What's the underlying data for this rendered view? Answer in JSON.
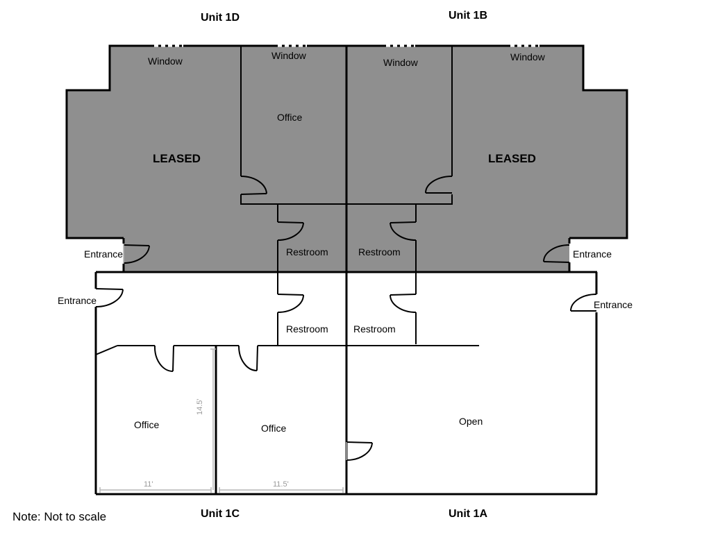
{
  "units": {
    "top_left": "Unit 1D",
    "top_right": "Unit 1B",
    "bottom_left": "Unit 1C",
    "bottom_right": "Unit 1A"
  },
  "status": {
    "unit_1d": "LEASED",
    "unit_1b": "LEASED"
  },
  "rooms": {
    "unit_1d": {
      "window_left": "Window",
      "window_right": "Window",
      "office": "Office",
      "restroom": "Restroom",
      "entrance": "Entrance"
    },
    "unit_1b": {
      "window_left": "Window",
      "window_right": "Window",
      "restroom": "Restroom",
      "entrance": "Entrance"
    },
    "unit_1c": {
      "entrance": "Entrance",
      "restroom": "Restroom",
      "office_left": "Office",
      "office_right": "Office"
    },
    "unit_1a": {
      "restroom": "Restroom",
      "entrance": "Entrance",
      "open": "Open"
    }
  },
  "dimensions": {
    "office_left_width": "11'",
    "office_right_width": "11.5'",
    "office_depth": "14.5'"
  },
  "note": "Note: Not to scale",
  "colors": {
    "leased_fill": "#8f8f8f",
    "wall": "#000000",
    "dimension_line": "#b5b5b5"
  }
}
